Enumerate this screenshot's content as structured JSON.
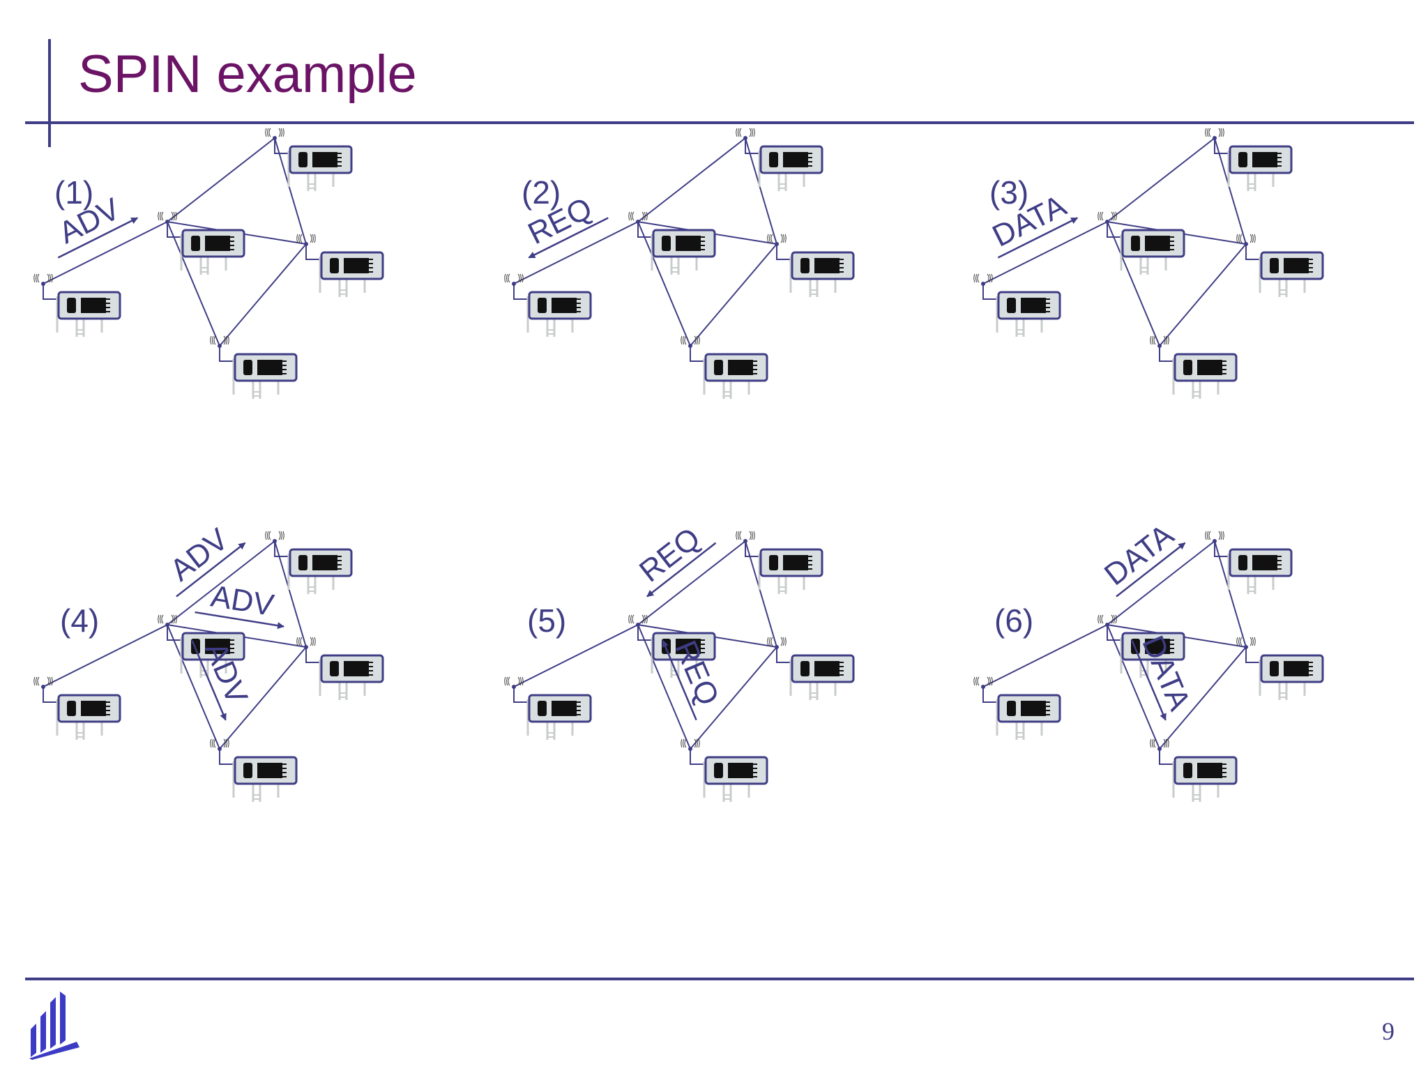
{
  "slide": {
    "title": "SPIN example",
    "page_number": "9"
  },
  "colors": {
    "title": "#6b1466",
    "accent": "#3f3d85",
    "sensor_body": "#d9dee0"
  },
  "panels": [
    {
      "id": "p1",
      "label": "(1)",
      "messages": [
        {
          "text": "ADV",
          "edge": "AB",
          "direction": "to-B"
        }
      ]
    },
    {
      "id": "p2",
      "label": "(2)",
      "messages": [
        {
          "text": "REQ",
          "edge": "AB",
          "direction": "to-A"
        }
      ]
    },
    {
      "id": "p3",
      "label": "(3)",
      "messages": [
        {
          "text": "DATA",
          "edge": "AB",
          "direction": "to-B"
        }
      ]
    },
    {
      "id": "p4",
      "label": "(4)",
      "messages": [
        {
          "text": "ADV",
          "edge": "BC",
          "direction": "to-C"
        },
        {
          "text": "ADV",
          "edge": "BD",
          "direction": "to-D"
        },
        {
          "text": "ADV",
          "edge": "BE",
          "direction": "to-E"
        }
      ]
    },
    {
      "id": "p5",
      "label": "(5)",
      "messages": [
        {
          "text": "REQ",
          "edge": "BC",
          "direction": "to-B"
        },
        {
          "text": "REQ",
          "edge": "BE",
          "direction": "to-B"
        }
      ]
    },
    {
      "id": "p6",
      "label": "(6)",
      "messages": [
        {
          "text": "DATA",
          "edge": "BC",
          "direction": "to-C"
        },
        {
          "text": "DATA",
          "edge": "BE",
          "direction": "to-E"
        }
      ]
    }
  ]
}
